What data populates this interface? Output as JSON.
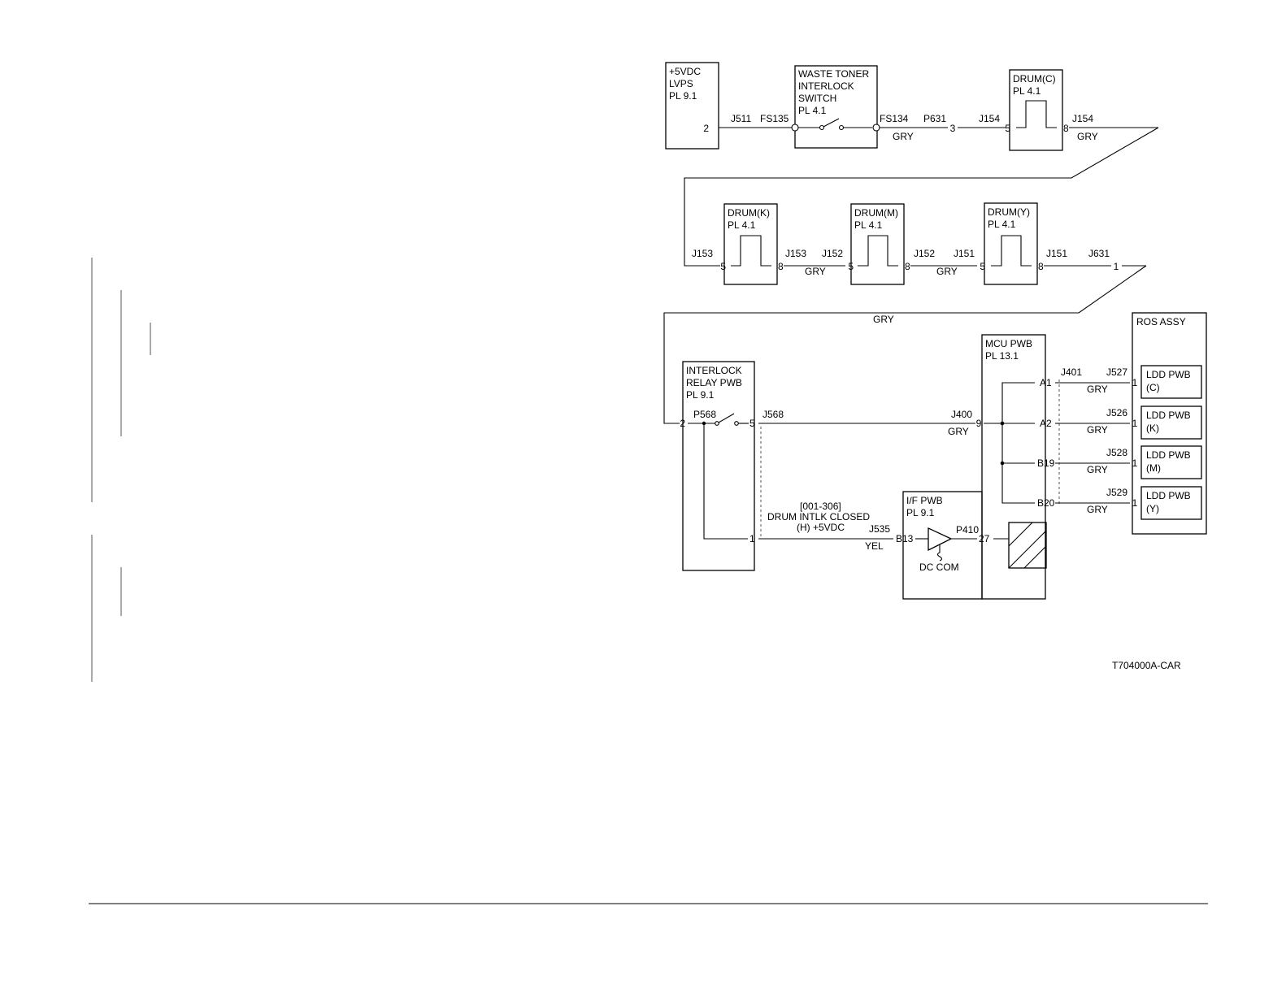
{
  "lvps": {
    "label": [
      "+5VDC",
      "LVPS",
      "PL 9.1"
    ],
    "pin": "2"
  },
  "waste_toner_switch": {
    "label": [
      "WASTE TONER",
      "INTERLOCK",
      "SWITCH",
      "PL 4.1"
    ]
  },
  "drum_c": {
    "label": [
      "DRUM(C)",
      "PL 4.1"
    ],
    "pin_in": "5",
    "pin_out": "8"
  },
  "drum_k": {
    "label": [
      "DRUM(K)",
      "PL 4.1"
    ],
    "pin_in": "5",
    "pin_out": "8"
  },
  "drum_m": {
    "label": [
      "DRUM(M)",
      "PL 4.1"
    ],
    "pin_in": "5",
    "pin_out": "8"
  },
  "drum_y": {
    "label": [
      "DRUM(Y)",
      "PL 4.1"
    ],
    "pin_in": "5",
    "pin_out": "8"
  },
  "row1": {
    "j511": "J511",
    "fs135": "FS135",
    "fs134": "FS134",
    "p631": "P631",
    "pin3": "3",
    "j154a": "J154",
    "j154b": "J154",
    "gry1": "GRY",
    "gry2": "GRY"
  },
  "row2": {
    "j153a": "J153",
    "j153b": "J153",
    "j152a": "J152",
    "j152b": "J152",
    "j151a": "J151",
    "j151b": "J151",
    "j631": "J631",
    "pin1": "1",
    "gry1": "GRY",
    "gry2": "GRY"
  },
  "row3_gry": "GRY",
  "relay": {
    "label": [
      "INTERLOCK",
      "RELAY PWB",
      "PL 9.1"
    ],
    "p568": "P568",
    "j568": "J568",
    "pin2": "2",
    "pin5": "5",
    "pin1": "1"
  },
  "mcu": {
    "label": [
      "MCU PWB",
      "PL 13.1"
    ],
    "j400": "J400",
    "pin9": "9",
    "gry": "GRY",
    "j401": "J401"
  },
  "signal": {
    "code": "[001-306]",
    "name": "DRUM INTLK  CLOSED",
    "level": "(H) +5VDC"
  },
  "ifpwb": {
    "label": [
      "I/F PWB",
      "PL 9.1"
    ],
    "j535": "J535",
    "b13": "B13",
    "yel": "YEL",
    "p410": "P410",
    "pin27": "27",
    "dccom": "DC COM"
  },
  "ros": {
    "title": "ROS ASSY"
  },
  "ldd": [
    {
      "pin": "A1",
      "conn": "J527",
      "wire": "GRY",
      "pin_in": "1",
      "label": "LDD PWB",
      "sub": "(C)"
    },
    {
      "pin": "A2",
      "conn": "J526",
      "wire": "GRY",
      "pin_in": "1",
      "label": "LDD PWB",
      "sub": "(K)"
    },
    {
      "pin": "B19",
      "conn": "J528",
      "wire": "GRY",
      "pin_in": "1",
      "label": "LDD PWB",
      "sub": "(M)"
    },
    {
      "pin": "B20",
      "conn": "J529",
      "wire": "GRY",
      "pin_in": "1",
      "label": "LDD PWB",
      "sub": "(Y)"
    }
  ],
  "figure_id": "T704000A-CAR"
}
